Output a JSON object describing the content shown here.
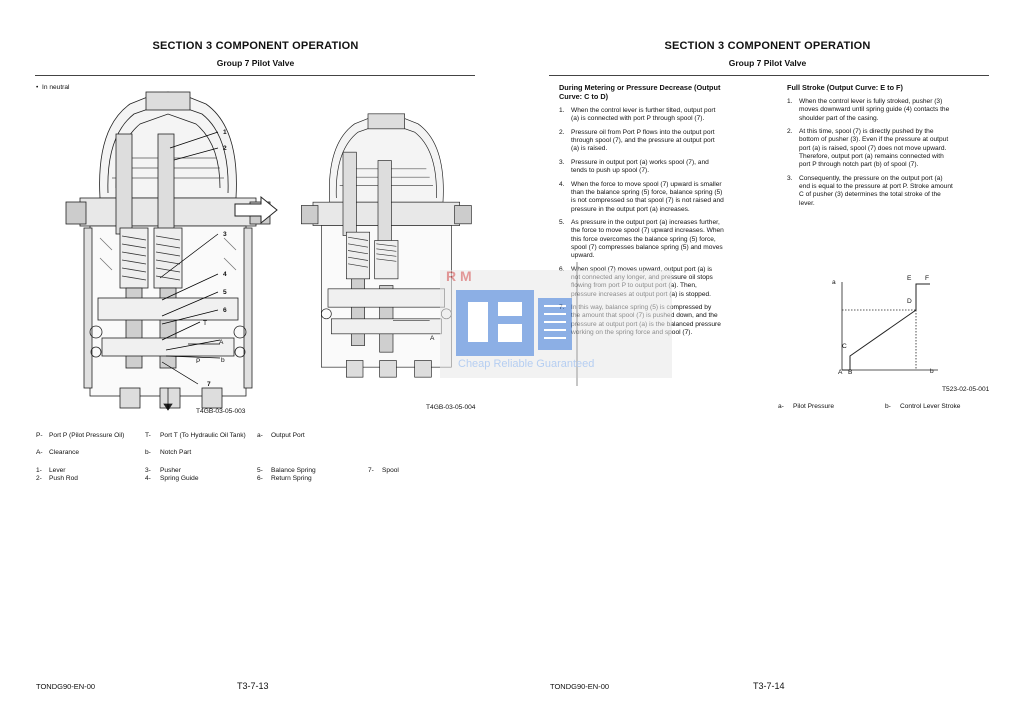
{
  "left_page": {
    "section_title": "SECTION 3 COMPONENT OPERATION",
    "group_title": "Group 7 Pilot Valve",
    "bullet_label": "In neutral",
    "figure1_code": "T4GB-03-05-003",
    "figure2_code": "T4GB-03-05-004",
    "callouts": {
      "n1": "1",
      "n2": "2",
      "n3": "3",
      "n4": "4",
      "n5": "5",
      "n6": "6",
      "n7": "7",
      "T": "T",
      "A": "A",
      "P": "P",
      "b": "b",
      "a": "a",
      "A2": "A"
    },
    "legend": {
      "P": "P-",
      "P_text": "Port P (Pilot Pressure Oil)",
      "T": "T-",
      "T_text": "Port T (To Hydraulic Oil Tank)",
      "a": "a-",
      "a_text": "Output Port",
      "A": "A-",
      "A_text": "Clearance",
      "b": "b-",
      "b_text": "Notch Part",
      "i1": "1-",
      "i1_text": "Lever",
      "i2": "2-",
      "i2_text": "Push Rod",
      "i3": "3-",
      "i3_text": "Pusher",
      "i4": "4-",
      "i4_text": "Spring Guide",
      "i5": "5-",
      "i5_text": "Balance Spring",
      "i6": "6-",
      "i6_text": "Return Spring",
      "i7": "7-",
      "i7_text": "Spool"
    },
    "footer_code": "TONDG90-EN-00",
    "page_number": "T3-7-13"
  },
  "right_page": {
    "section_title": "SECTION 3 COMPONENT OPERATION",
    "group_title": "Group 7 Pilot Valve",
    "col1_heading_line1": "During Metering or Pressure Decrease (Output",
    "col1_heading_line2": "Curve: C to D)",
    "col1_steps": [
      {
        "n": "1.",
        "lines": [
          "When the control lever is further tilted, output port",
          "(a) is connected with port P through spool (7)."
        ]
      },
      {
        "n": "2.",
        "lines": [
          "Pressure oil from Port P flows into the output port",
          "through spool (7), and the pressure at output port",
          "(a) is raised."
        ]
      },
      {
        "n": "3.",
        "lines": [
          "Pressure in output port (a) works spool (7), and",
          "tends to push up spool (7)."
        ]
      },
      {
        "n": "4.",
        "lines": [
          "When the force to move spool (7) upward is smaller",
          "than the balance spring (5) force, balance spring (5)",
          "is not compressed so that spool (7) is not raised and",
          "pressure in the output port (a) increases."
        ]
      },
      {
        "n": "5.",
        "lines": [
          "As pressure in the output port (a) increases further,",
          "the force to move spool (7) upward increases. When",
          "this force overcomes the balance spring (5) force,",
          "spool (7) compresses balance spring (5) and moves",
          "upward."
        ]
      },
      {
        "n": "6.",
        "lines": [
          "When spool (7) moves upward, output port (a) is",
          "not connected any longer, and pressure oil stops",
          "flowing from port P to output port (a). Then,",
          "pressure increases at output port (a) is stopped."
        ]
      },
      {
        "n": "7.",
        "lines": [
          "In this way, balance spring (5) is compressed by",
          "the amount that spool (7) is pushed down, and the",
          "pressure at output port (a) is the balanced pressure",
          "working on the spring force and spool (7)."
        ]
      }
    ],
    "col2_heading": "Full Stroke (Output Curve: E to F)",
    "col2_steps": [
      {
        "n": "1.",
        "lines": [
          "When the control lever is fully stroked, pusher (3)",
          "moves downward until spring guide (4) contacts the",
          "shoulder part of the casing."
        ]
      },
      {
        "n": "2.",
        "lines": [
          "At this time, spool (7) is directly pushed by the",
          "bottom of pusher (3). Even if the pressure at output",
          "port (a) is raised, spool (7) does not move upward.",
          "Therefore, output port (a) remains connected with",
          "port P through notch part (b) of spool (7)."
        ]
      },
      {
        "n": "3.",
        "lines": [
          "Consequently, the pressure on the output port (a)",
          "end is equal to the pressure at port P. Stroke amount",
          "C of pusher (3) determines the total stroke of the",
          "lever."
        ]
      }
    ],
    "graph": {
      "y_axis_letter": "a",
      "x_axis_letter": "b",
      "points": {
        "A": "A",
        "B": "B",
        "C": "C",
        "D": "D",
        "E": "E",
        "F": "F"
      },
      "figure_code": "T523-02-05-001",
      "legend_a": "a-",
      "legend_a_text": "Pilot Pressure",
      "legend_b": "b-",
      "legend_b_text": "Control Lever Stroke"
    },
    "footer_code": "TONDG90-EN-00",
    "page_number": "T3-7-14"
  },
  "watermark": {
    "logo_text": "R M",
    "tagline": "Cheap Reliable Guaranteed",
    "color": "#2f6fd0"
  }
}
